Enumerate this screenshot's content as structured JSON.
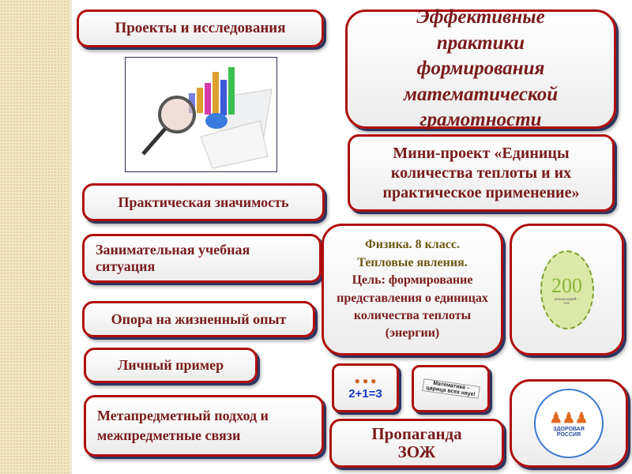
{
  "left_column": {
    "projects": "Проекты и исследования",
    "practical": "Практическая значимость",
    "entertaining": "Занимательная учебная ситуация",
    "life_experience": "Опора на жизненный опыт",
    "personal_example": "Личный пример",
    "metasubject": "Метапредметный подход и межпредметные связи"
  },
  "title": "Эффективные практики формирования математической грамотности",
  "mini_project": "Мини-проект «Единицы количества теплоты и их практическое применение»",
  "physics": {
    "line1": "Физика. 8 класс.",
    "line2": "Тепловые явления.",
    "goal": "Цель: формирование представления о единицах количества теплоты (энергии)"
  },
  "calorie_image": {
    "number": "200",
    "caption": "килокалорий – это:"
  },
  "math_images": {
    "equation": "2+1=3",
    "banner": "Математика – царица всех наук!"
  },
  "zozh": "Пропаганда ЗОЖ",
  "healthy_russia": {
    "center": "ЗДОРОВАЯ РОССИЯ"
  },
  "colors": {
    "border": "#b00d0d",
    "text": "#7a1a1a",
    "olive": "#6b5a12",
    "shadow": "#2c3560"
  }
}
